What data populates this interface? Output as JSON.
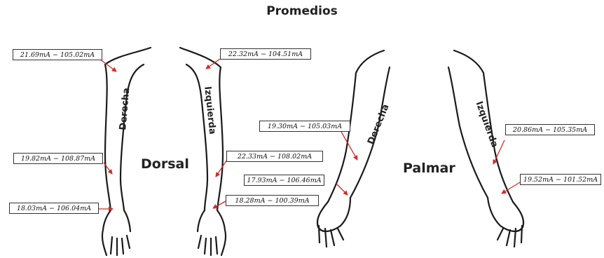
{
  "title": "Promedios",
  "views": [
    {
      "id": "dorsal",
      "label": "Dorsal"
    },
    {
      "id": "palmar",
      "label": "Palmar"
    }
  ],
  "arms": {
    "dorsal_right": "Derecha",
    "dorsal_left": "Izquierda",
    "palmar_right": "Derecha",
    "palmar_left": "Izquierda"
  },
  "measurements": {
    "dorsal_right_upper": "21.69mA − 105.02mA",
    "dorsal_right_mid": "19.82mA − 108.87mA",
    "dorsal_right_wrist": "18.03mA − 106.04mA",
    "dorsal_left_upper": "22.32mA − 104.51mA",
    "dorsal_left_mid": "22.33mA − 108.02mA",
    "dorsal_left_wrist": "18.28mA − 100.39mA",
    "palmar_right_upper": "19.30mA − 105.03mA",
    "palmar_right_lower": "17.93mA − 106.46mA",
    "palmar_left_upper": "20.86mA − 105.35mA",
    "palmar_left_lower": "19.52mA − 101.52mA"
  },
  "colors": {
    "arrow": "#d42a2a",
    "outline": "#1a1a1a"
  }
}
